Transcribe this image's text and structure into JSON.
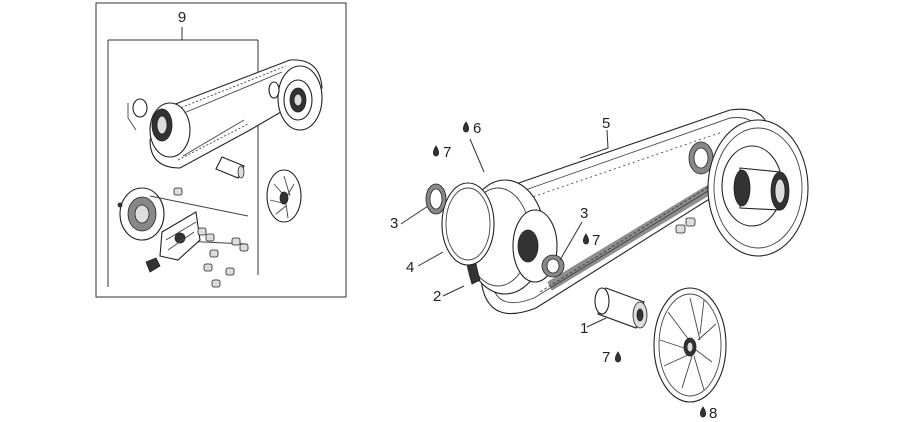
{
  "diagram": {
    "kit_label": "9",
    "callouts": {
      "c1": "1",
      "c2": "2",
      "c3a": "3",
      "c3b": "3",
      "c4": "4",
      "c5": "5",
      "c6": "6",
      "c7a": "7",
      "c7b": "7",
      "c7c": "7",
      "c8": "8"
    }
  }
}
